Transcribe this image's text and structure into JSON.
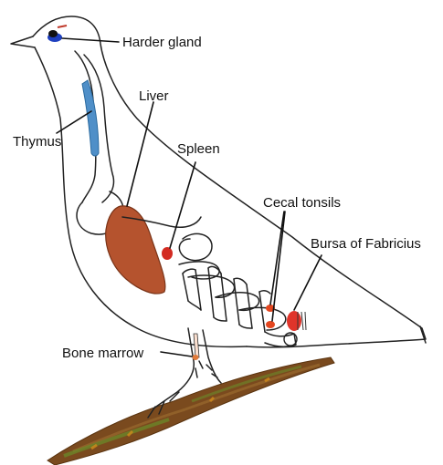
{
  "diagram": {
    "labels": {
      "harder_gland": "Harder gland",
      "liver": "Liver",
      "thymus": "Thymus",
      "spleen": "Spleen",
      "cecal_tonsils": "Cecal tonsils",
      "bursa": "Bursa of Fabricius",
      "bone_marrow": "Bone marrow"
    },
    "colors": {
      "harder_gland": "#1e3fbf",
      "liver": "#b5532e",
      "thymus": "#4f8fc8",
      "spleen": "#d32b22",
      "cecal_tonsils": "#e4461f",
      "bursa": "#e0342a",
      "branch": "#7a4a1e",
      "moss": "#6b8a2a"
    }
  }
}
